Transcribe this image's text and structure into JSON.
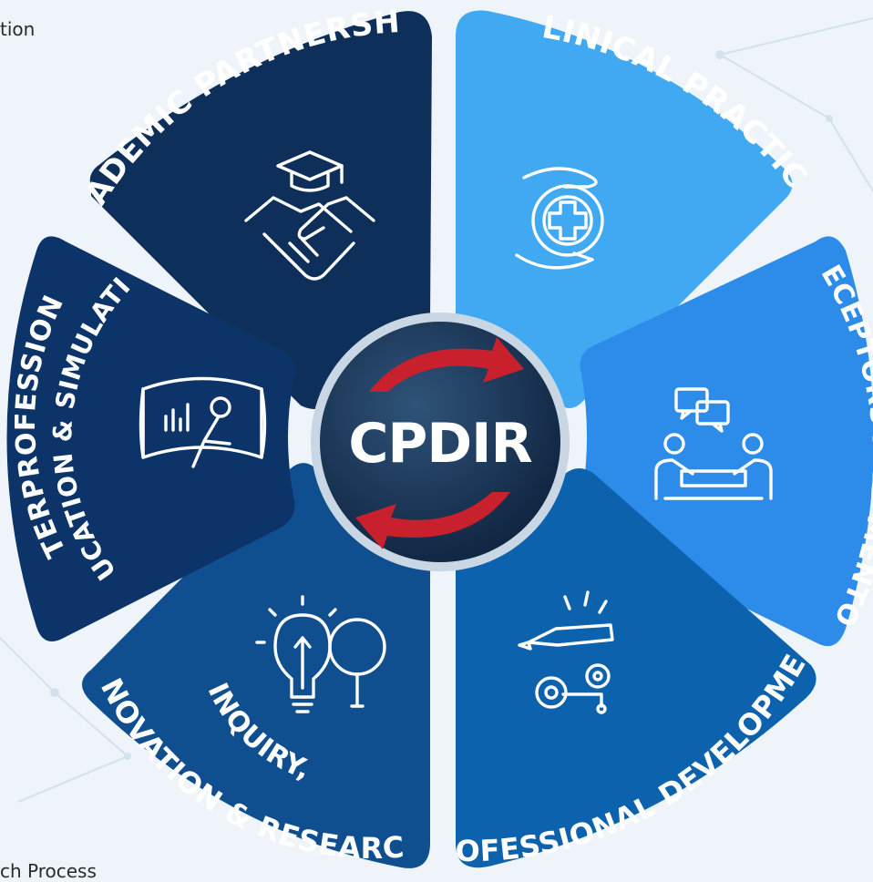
{
  "hub": {
    "label": "CPDIR"
  },
  "segments": [
    {
      "id": "academic",
      "lines": [
        "ACADEMIC PARTNERSHIPS"
      ],
      "color": "#0e2f5a",
      "icon": "graduation-handshake-icon"
    },
    {
      "id": "clinical",
      "lines": [
        "CLINICAL PRACTICE"
      ],
      "color": "#41a8f2",
      "icon": "care-hands-cross-icon"
    },
    {
      "id": "preceptors",
      "lines": [
        "PRECEPTORS AND MENTORS"
      ],
      "color": "#2d8cea",
      "icon": "mentoring-conversation-icon"
    },
    {
      "id": "professional",
      "lines": [
        "PROFESSIONAL DEVELOPMENT"
      ],
      "color": "#0d62ad",
      "icon": "pencil-gears-icon"
    },
    {
      "id": "inquiry",
      "lines": [
        "INQUIRY,",
        "INNOVATION & RESEARCH"
      ],
      "color": "#0f4f8f",
      "icon": "lightbulb-magnifier-icon"
    },
    {
      "id": "interprofessional",
      "lines": [
        "INTERPROFESSIONAL",
        "EDUCATION & SIMULATION"
      ],
      "color": "#0c3468",
      "icon": "simulation-screen-icon"
    }
  ],
  "colors": {
    "hub": "#1d3757",
    "arrows": "#c8202c",
    "background": "#eef4f9"
  },
  "snippets": {
    "top_left": "tion",
    "bottom_left": "ch Process"
  }
}
